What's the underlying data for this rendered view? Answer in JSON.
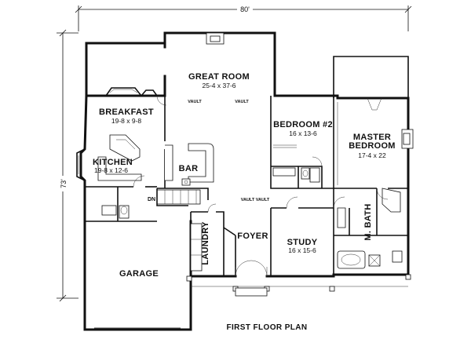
{
  "overall": {
    "width_label": "80'",
    "depth_label": "73'"
  },
  "title": "FIRST FLOOR PLAN",
  "rooms": {
    "great_room": {
      "name": "GREAT ROOM",
      "dims": "25-4 x 37-6"
    },
    "breakfast": {
      "name": "BREAKFAST",
      "dims": "19-8 x 9-8"
    },
    "kitchen": {
      "name": "KITCHEN",
      "dims": "19-8 x 12-6"
    },
    "bar": {
      "name": "BAR"
    },
    "bedroom2": {
      "name": "BEDROOM #2",
      "dims": "16 x 13-6"
    },
    "master": {
      "name_line1": "MASTER",
      "name_line2": "BEDROOM",
      "dims": "17-4 x 22"
    },
    "study": {
      "name": "STUDY",
      "dims": "16 x 15-6"
    },
    "foyer": {
      "name": "FOYER"
    },
    "laundry": {
      "name": "LAUNDRY"
    },
    "garage": {
      "name": "GARAGE"
    },
    "mbath": {
      "name": "M. BATH"
    }
  },
  "notes": {
    "vault_left": "VAULT",
    "vault_right": "VAULT",
    "vault_center": "VAULT VAULT",
    "down": "DN"
  }
}
